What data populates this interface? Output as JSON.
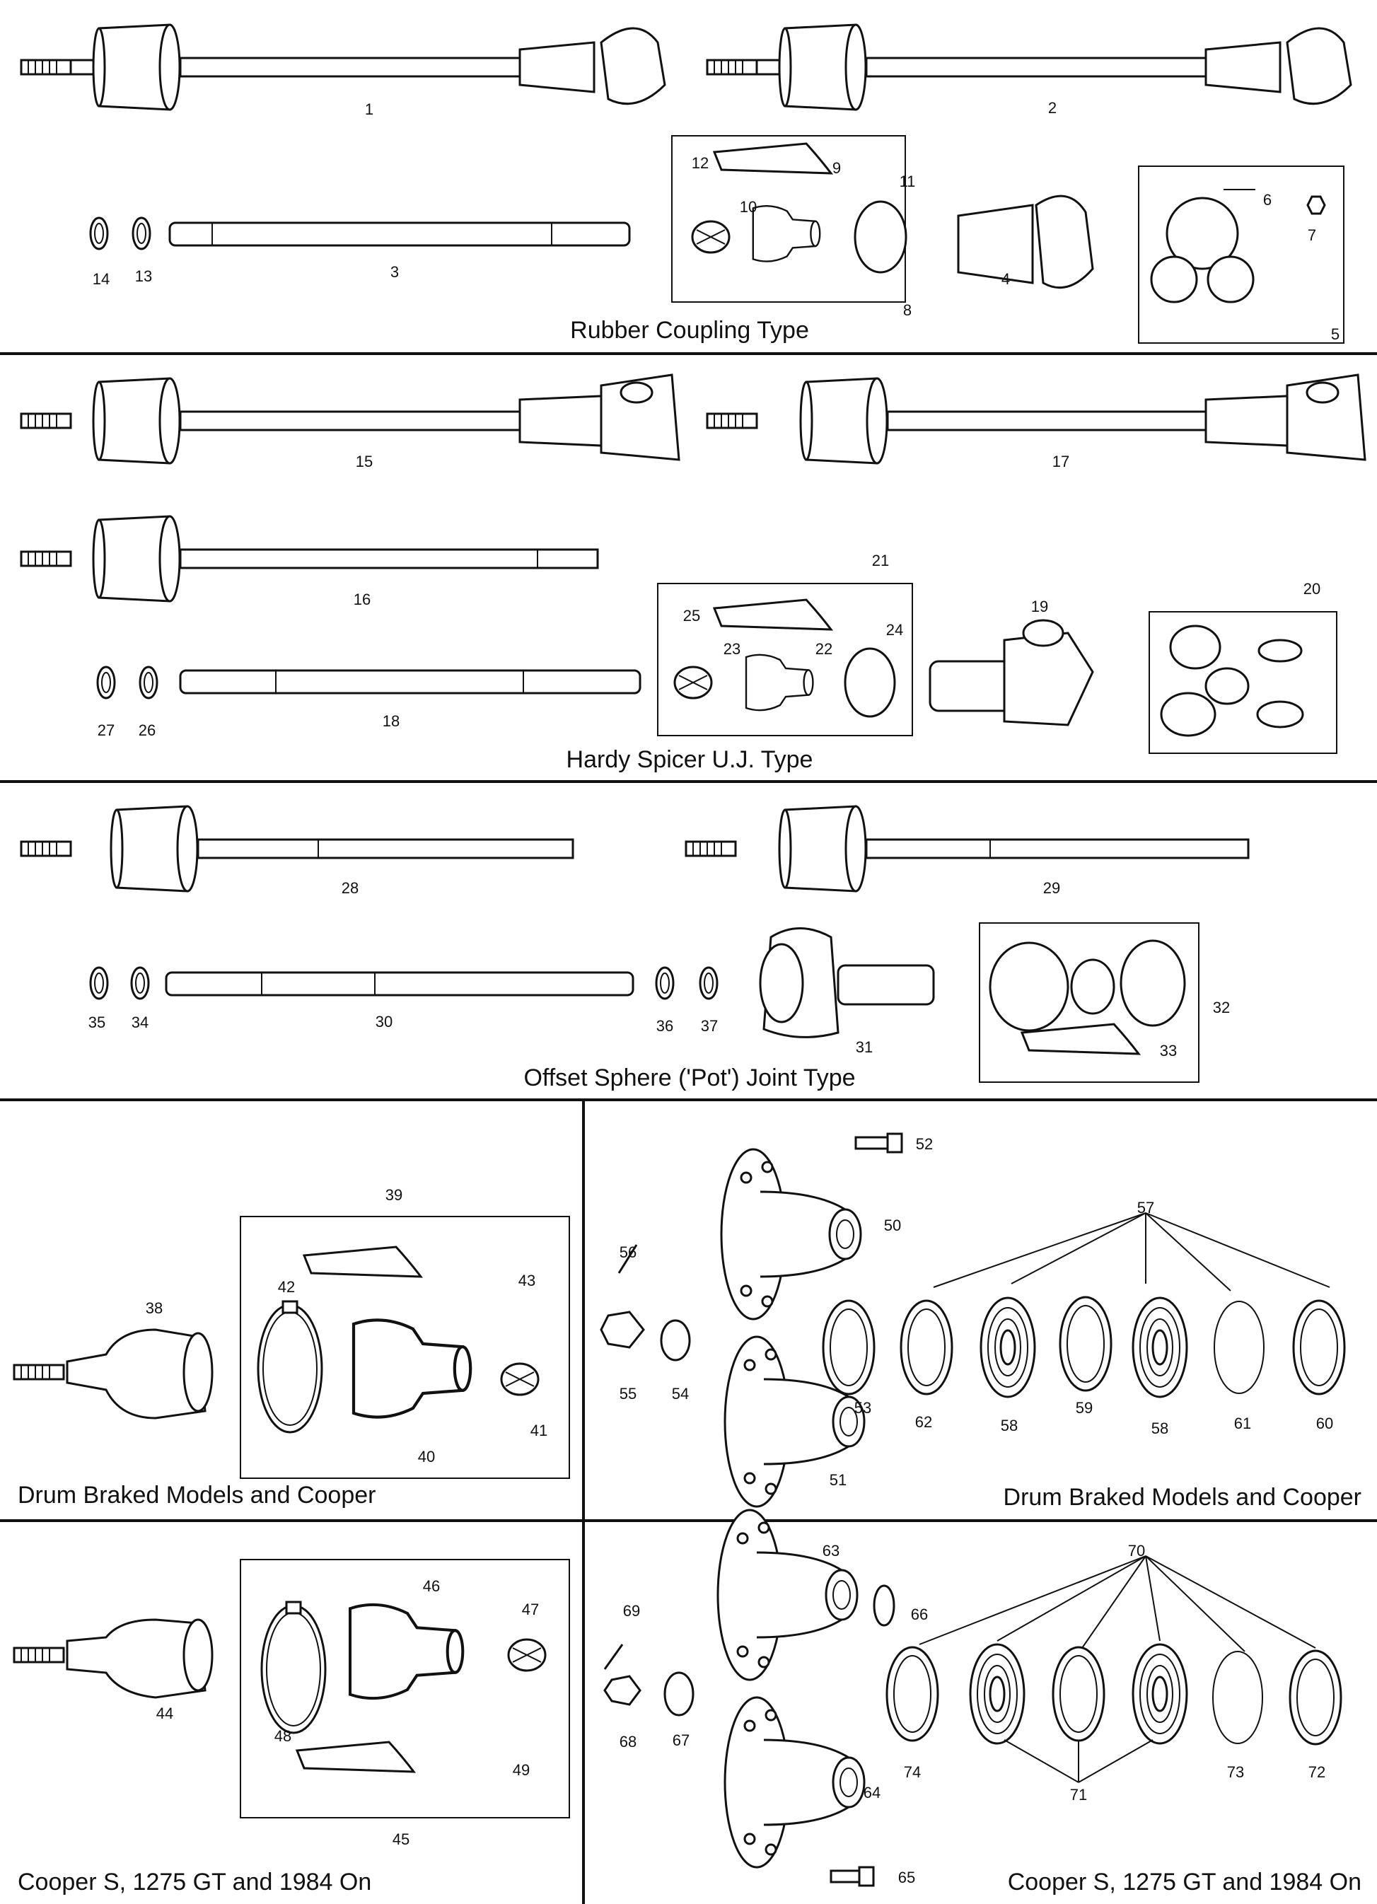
{
  "sections": {
    "rubber": {
      "caption": "Rubber Coupling Type"
    },
    "hardy": {
      "caption": "Hardy Spicer U.J. Type"
    },
    "offset": {
      "caption": "Offset Sphere ('Pot') Joint Type"
    },
    "drum_left": {
      "caption": "Drum Braked Models and Cooper"
    },
    "drum_right": {
      "caption": "Drum Braked Models and Cooper"
    },
    "cooper_left": {
      "caption": "Cooper S, 1275 GT and 1984 On"
    },
    "cooper_right": {
      "caption": "Cooper S, 1275 GT and 1984 On"
    }
  },
  "labels": {
    "p1": "1",
    "p2": "2",
    "p3": "3",
    "p4": "4",
    "p5": "5",
    "p6": "6",
    "p7": "7",
    "p8": "8",
    "p9": "9",
    "p10": "10",
    "p11": "11",
    "p12": "12",
    "p13": "13",
    "p14": "14",
    "p15": "15",
    "p16": "16",
    "p17": "17",
    "p18": "18",
    "p19": "19",
    "p20": "20",
    "p21": "21",
    "p22": "22",
    "p23": "23",
    "p24": "24",
    "p25": "25",
    "p26": "26",
    "p27": "27",
    "p28": "28",
    "p29": "29",
    "p30": "30",
    "p31": "31",
    "p32": "32",
    "p33": "33",
    "p34": "34",
    "p35": "35",
    "p36": "36",
    "p37": "37",
    "p38": "38",
    "p39": "39",
    "p40": "40",
    "p41": "41",
    "p42": "42",
    "p43": "43",
    "p44": "44",
    "p45": "45",
    "p46": "46",
    "p47": "47",
    "p48": "48",
    "p49": "49",
    "p50": "50",
    "p51": "51",
    "p52": "52",
    "p53": "53",
    "p54": "54",
    "p55": "55",
    "p56": "56",
    "p57": "57",
    "p58a": "58",
    "p58b": "58",
    "p59": "59",
    "p60": "60",
    "p61": "61",
    "p62": "62",
    "p63": "63",
    "p64": "64",
    "p65": "65",
    "p66": "66",
    "p67": "67",
    "p68": "68",
    "p69": "69",
    "p70": "70",
    "p71": "71",
    "p72": "72",
    "p73": "73",
    "p74": "74"
  }
}
